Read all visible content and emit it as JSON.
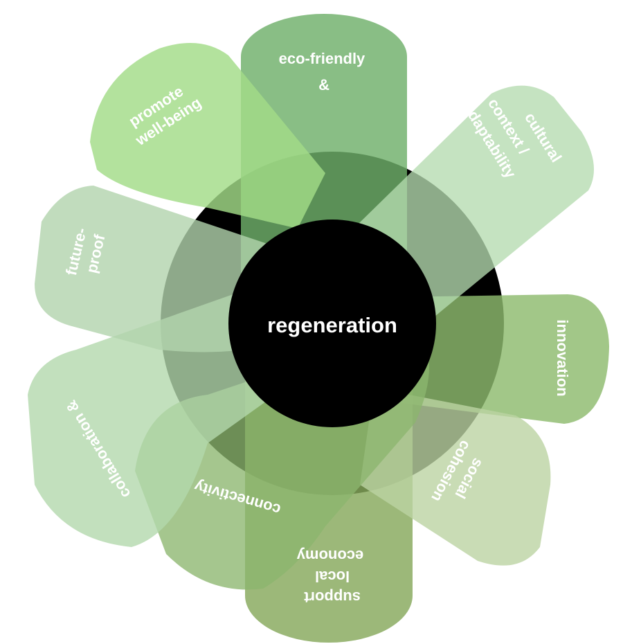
{
  "center": {
    "label": "regeneration",
    "fill": "#000000"
  },
  "ring": {
    "fill": "#000000"
  },
  "petals": [
    {
      "id": "eco-friendly",
      "lines": [
        "eco-friendly",
        "",
        "&"
      ],
      "fill": "#6fb06a"
    },
    {
      "id": "cultural-context",
      "lines": [
        "cultural",
        "",
        "context /",
        "",
        "adaptability"
      ],
      "fill": "#b5dbb0"
    },
    {
      "id": "innovation",
      "lines": [
        "innovation"
      ],
      "fill": "#8dbb6e"
    },
    {
      "id": "social-cohesion",
      "lines": [
        "social",
        "cohesion"
      ],
      "fill": "#bbd3a3"
    },
    {
      "id": "support-local-economy",
      "lines": [
        "support",
        "local",
        "economy"
      ],
      "fill": "#86a85c"
    },
    {
      "id": "connectivity",
      "lines": [
        "connectivity"
      ],
      "fill": "#8cb66e"
    },
    {
      "id": "collaboration",
      "lines": [
        "collaboration &"
      ],
      "fill": "#b3d8ac"
    },
    {
      "id": "future-proof",
      "lines": [
        "future-",
        "proof"
      ],
      "fill": "#b2d3ac"
    },
    {
      "id": "promote-well-being",
      "lines": [
        "promote",
        "well-being"
      ],
      "fill": "#a2dc88"
    }
  ]
}
